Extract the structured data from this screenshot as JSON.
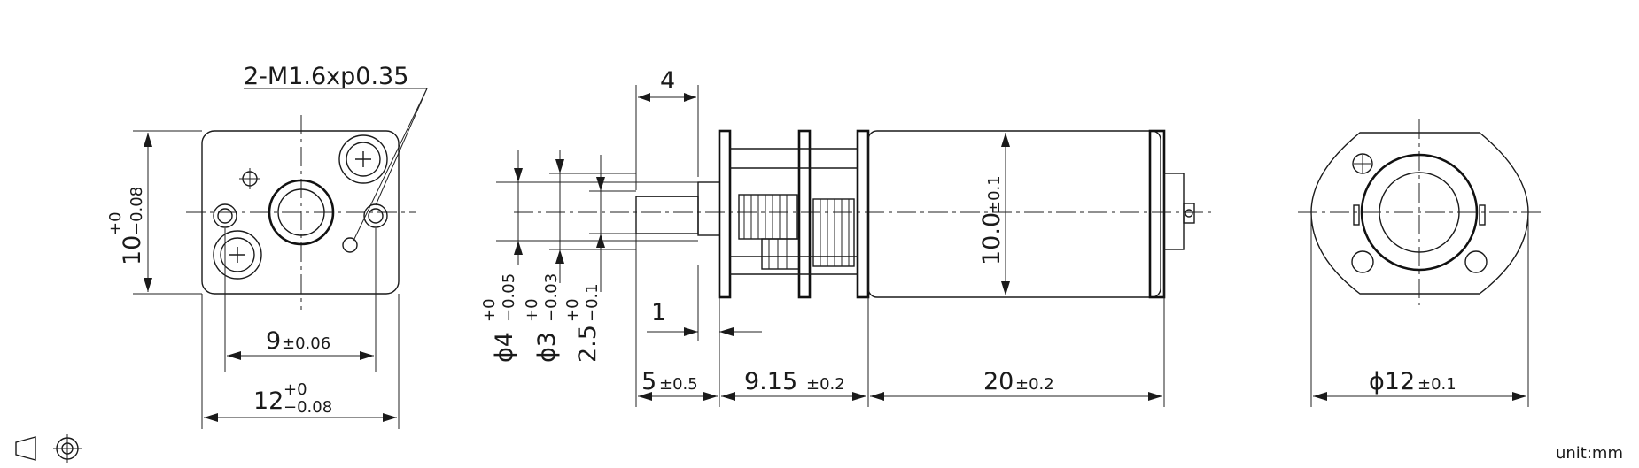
{
  "labels": {
    "thread": "2-M1.6xp0.35",
    "height_nom": "10",
    "height_tol_up": "+0",
    "height_tol_dn": "−0.08",
    "hole_pitch": "9",
    "hole_pitch_tol": "±0.06",
    "width_nom": "12",
    "width_tol_up": "+0",
    "width_tol_dn": "−0.08",
    "shaft_len_top": "4",
    "d4": "ϕ4",
    "d4_up": "+0",
    "d4_dn": "−0.05",
    "d3": "ϕ3",
    "d3_up": "+0",
    "d3_dn": "−0.03",
    "flat": "2.5",
    "flat_up": "+0",
    "flat_dn": "−0.1",
    "step": "1",
    "len5": "5",
    "len5_tol": "±0.5",
    "len915": "9.15",
    "len915_tol": "±0.2",
    "len20": "20",
    "len20_tol": "±0.2",
    "body_dia": "10.0",
    "body_dia_tol": "±0.1",
    "rear_dia": "ϕ12",
    "rear_dia_tol": "±0.1",
    "unit": "unit:mm"
  },
  "icons": [
    "projection-symbol-icon",
    "concentric-circle-icon"
  ]
}
